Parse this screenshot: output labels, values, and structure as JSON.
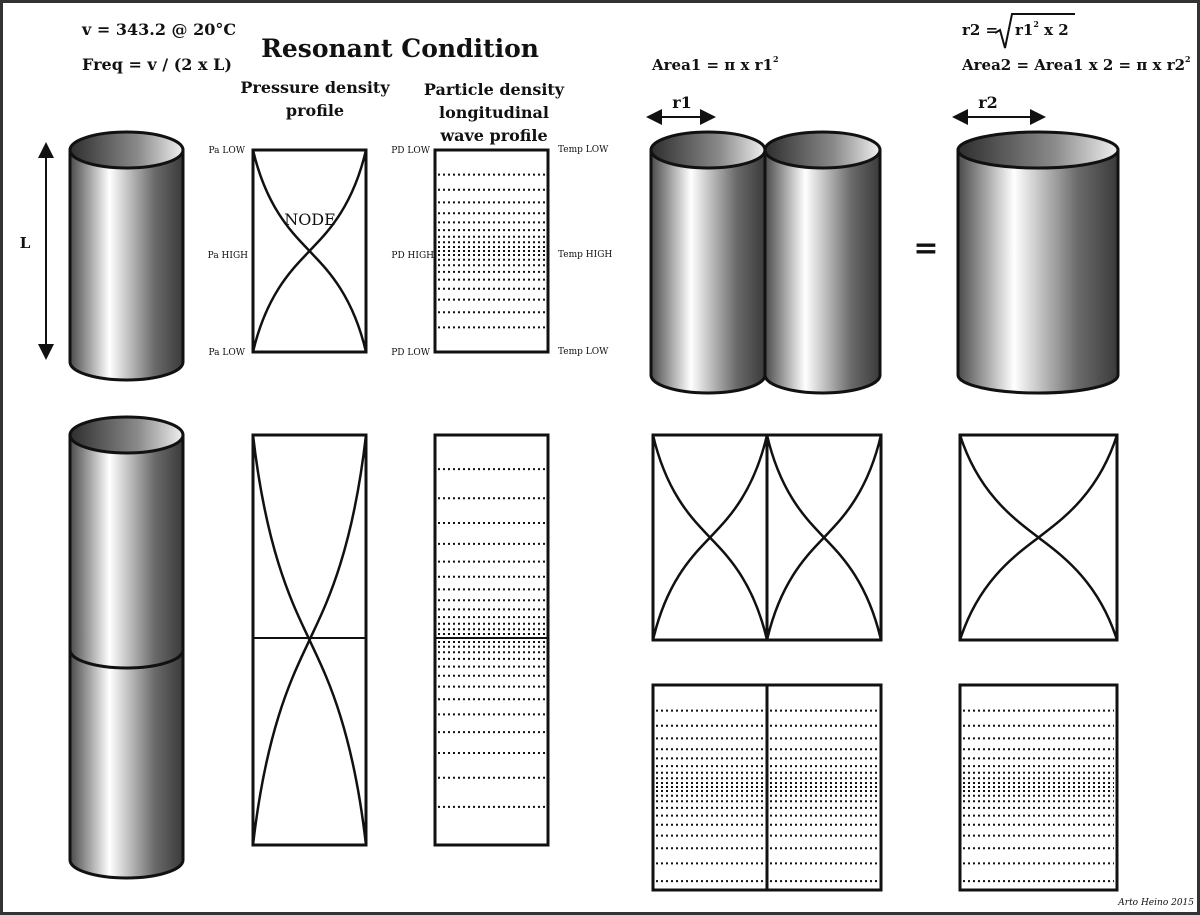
{
  "header": {
    "title": "Resonant Condition",
    "speed": "v = 343.2 @ 20°C",
    "freq": "Freq = v / (2 x L)",
    "pressure_heading": [
      "Pressure density",
      "profile"
    ],
    "particle_heading": [
      "Particle density",
      "longitudinal",
      "wave profile"
    ],
    "area1": "Area1 = π x r1",
    "area1_sup": "2",
    "r2_formula_left": "r2 =",
    "r2_formula_root": "r1",
    "r2_formula_sup": "2",
    "r2_formula_tail": " x 2",
    "area2": "Area2 = Area1 x 2 = π x r2",
    "area2_sup": "2"
  },
  "labels": {
    "length": "L",
    "r1": "r1",
    "r2": "r2",
    "equals": "=",
    "node": "NODE",
    "pa": [
      "Pa LOW",
      "Pa HIGH",
      "Pa LOW"
    ],
    "pd": [
      "PD LOW",
      "PD HIGH",
      "PD LOW"
    ],
    "temp": [
      "Temp LOW",
      "Temp HIGH",
      "Temp LOW"
    ]
  },
  "credit": "Arto Heino 2015"
}
